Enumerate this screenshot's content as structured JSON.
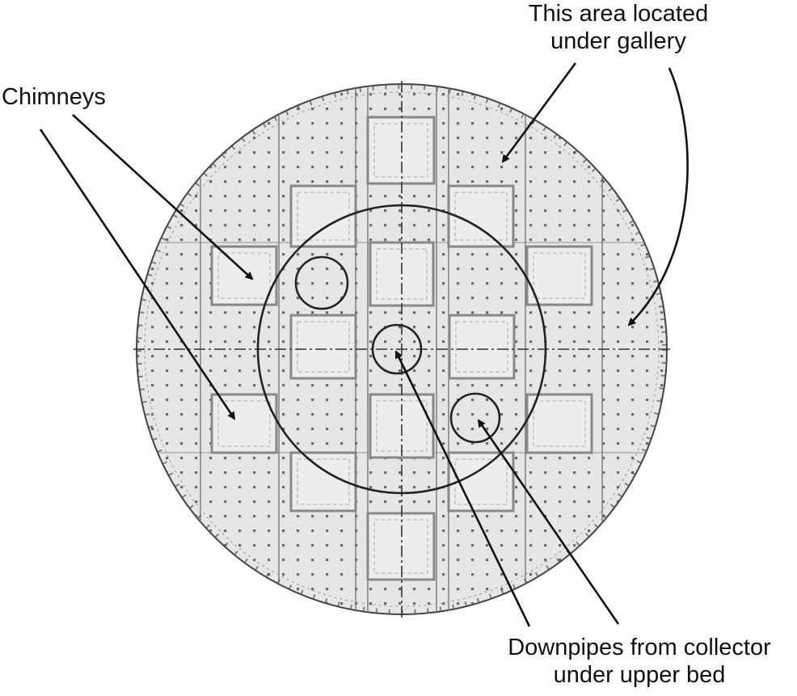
{
  "labels": {
    "chimneys": "Chimneys",
    "gallery_area": [
      "This area located",
      "under gallery"
    ],
    "downpipes": [
      "Downpipes from collector",
      "under upper bed"
    ]
  },
  "colors": {
    "tray_fill": "#e4e4e4",
    "deck_fill": "#efefef",
    "outline": "#222222",
    "dot": "#555555",
    "chimney_edge": "#888888"
  }
}
